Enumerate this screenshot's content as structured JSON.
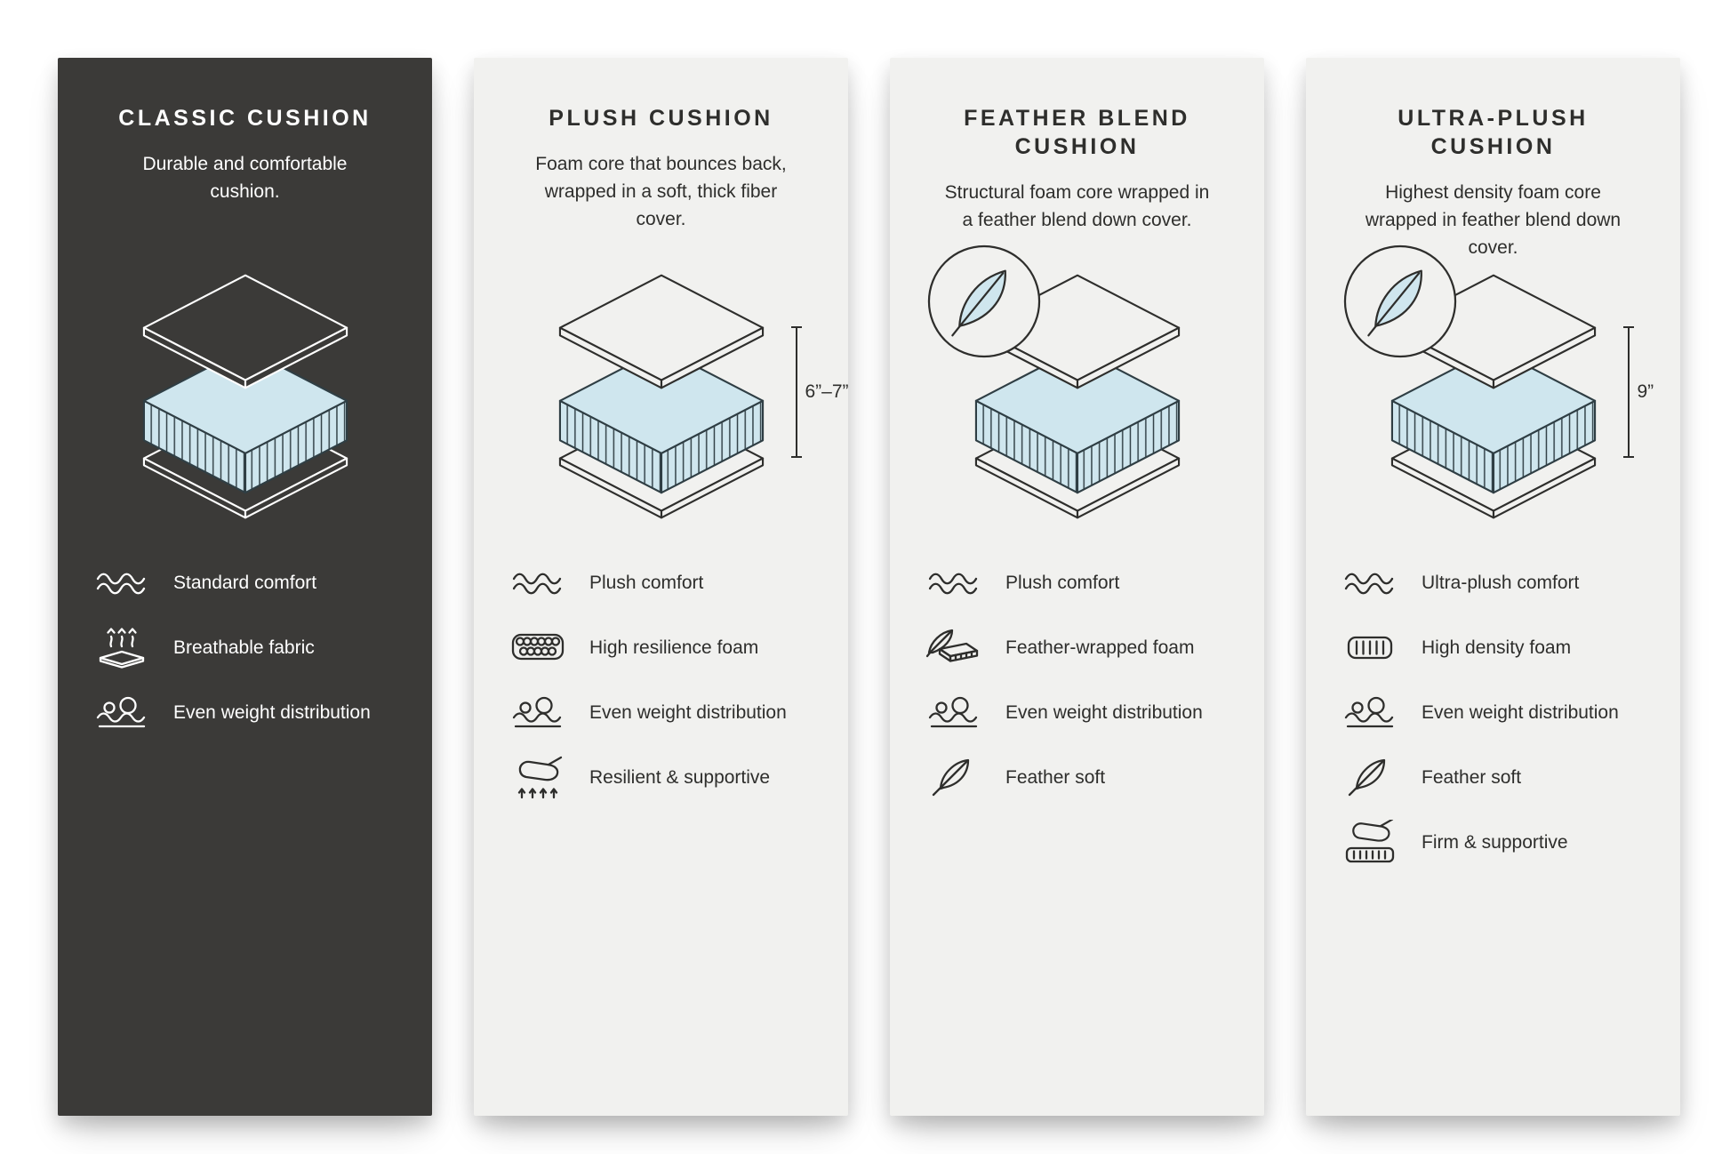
{
  "colors": {
    "dark_panel_bg": "#3b3a38",
    "light_panel_bg": "#f1f1ef",
    "foam_blue": "#cfe6ee",
    "line_dark": "#2e2e2c"
  },
  "panels": [
    {
      "title": "CLASSIC CUSHION",
      "description": "Durable and comfortable cushion.",
      "features": [
        {
          "icon": "waves-icon",
          "label": "Standard comfort"
        },
        {
          "icon": "breathable-icon",
          "label": "Breathable fabric"
        },
        {
          "icon": "weight-distribution-icon",
          "label": "Even weight distribution"
        }
      ]
    },
    {
      "title": "PLUSH CUSHION",
      "description": "Foam core that bounces back, wrapped in a soft, thick fiber cover.",
      "measurement": "6”–7”",
      "features": [
        {
          "icon": "waves-icon",
          "label": "Plush comfort"
        },
        {
          "icon": "resilience-foam-icon",
          "label": "High resilience foam"
        },
        {
          "icon": "weight-distribution-icon",
          "label": "Even weight distribution"
        },
        {
          "icon": "resilient-supportive-icon",
          "label": "Resilient & supportive"
        }
      ]
    },
    {
      "title": "FEATHER BLEND CUSHION",
      "description": "Structural foam core wrapped in a feather blend down cover.",
      "features": [
        {
          "icon": "waves-icon",
          "label": "Plush comfort"
        },
        {
          "icon": "feather-wrapped-foam-icon",
          "label": "Feather-wrapped foam"
        },
        {
          "icon": "weight-distribution-icon",
          "label": "Even weight distribution"
        },
        {
          "icon": "feather-icon",
          "label": "Feather soft"
        }
      ]
    },
    {
      "title": "ULTRA-PLUSH CUSHION",
      "description": "Highest density foam core wrapped in feather blend down cover.",
      "measurement": "9”",
      "features": [
        {
          "icon": "waves-icon",
          "label": "Ultra-plush comfort"
        },
        {
          "icon": "density-foam-icon",
          "label": "High density foam"
        },
        {
          "icon": "weight-distribution-icon",
          "label": "Even weight distribution"
        },
        {
          "icon": "feather-icon",
          "label": "Feather soft"
        },
        {
          "icon": "firm-supportive-icon",
          "label": "Firm & supportive"
        }
      ]
    }
  ]
}
